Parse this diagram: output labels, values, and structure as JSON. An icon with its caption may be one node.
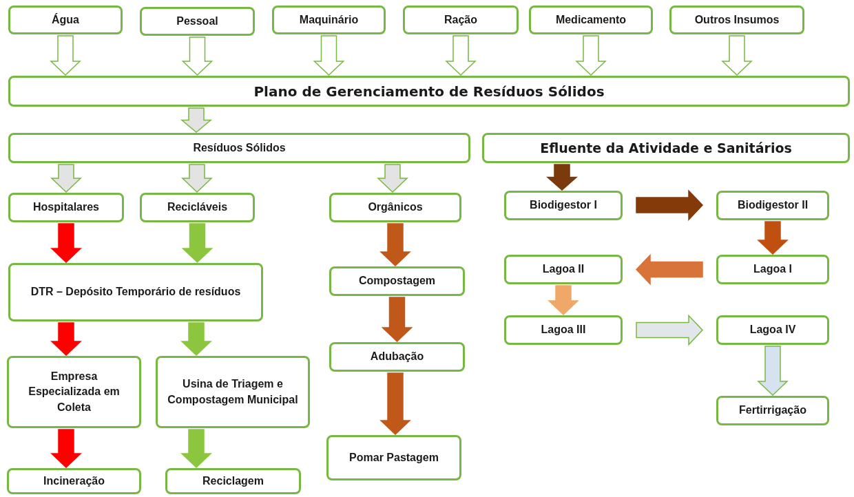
{
  "diagram": {
    "nodes": [
      {
        "text": [
          "Água"
        ]
      },
      {
        "text": [
          "Pessoal"
        ]
      },
      {
        "text": [
          "Maquinário"
        ]
      },
      {
        "text": [
          "Ração"
        ]
      },
      {
        "text": [
          "Medicamento"
        ]
      },
      {
        "text": [
          "Outros Insumos"
        ]
      },
      {
        "text": [
          "Plano de Gerenciamento de Resíduos Sólidos"
        ]
      },
      {
        "text": [
          "Resíduos Sólidos"
        ]
      },
      {
        "text": [
          "Efluente da Atividade e Sanitários"
        ]
      },
      {
        "text": [
          "Hospitalares"
        ]
      },
      {
        "text": [
          "Recicláveis"
        ]
      },
      {
        "text": [
          "Orgânicos"
        ]
      },
      {
        "text": [
          "DTR – Depósito Temporário de resíduos"
        ]
      },
      {
        "text": [
          "Compostagem"
        ]
      },
      {
        "text": [
          "Empresa Especializada em Coleta"
        ]
      },
      {
        "text": [
          "Usina de Triagem e Compostagem Municipal"
        ]
      },
      {
        "text": [
          "Adubação"
        ]
      },
      {
        "text": [
          "Incineração"
        ]
      },
      {
        "text": [
          "Reciclagem"
        ]
      },
      {
        "text": [
          "Pomar Pastagem"
        ]
      },
      {
        "text": [
          "Biodigestor I"
        ]
      },
      {
        "text": [
          "Biodigestor II"
        ]
      },
      {
        "text": [
          "Lagoa II"
        ]
      },
      {
        "text": [
          "Lagoa I"
        ]
      },
      {
        "text": [
          "Lagoa III"
        ]
      },
      {
        "text": [
          "Lagoa IV"
        ]
      },
      {
        "text": [
          "Fertirrigação"
        ]
      }
    ],
    "edges": [
      {
        "from": 0,
        "to": 6,
        "arrow": "to",
        "color": "#ffffff"
      },
      {
        "from": 1,
        "to": 6,
        "arrow": "to",
        "color": "#ffffff"
      },
      {
        "from": 2,
        "to": 6,
        "arrow": "to",
        "color": "#ffffff"
      },
      {
        "from": 3,
        "to": 6,
        "arrow": "to",
        "color": "#ffffff"
      },
      {
        "from": 4,
        "to": 6,
        "arrow": "to",
        "color": "#ffffff"
      },
      {
        "from": 5,
        "to": 6,
        "arrow": "to",
        "color": "#ffffff"
      },
      {
        "from": 6,
        "to": 7,
        "arrow": "to",
        "color": "#e3e3e3"
      },
      {
        "from": 7,
        "to": 9,
        "arrow": "to",
        "color": "#e3e3e3"
      },
      {
        "from": 7,
        "to": 10,
        "arrow": "to",
        "color": "#e3e3e3"
      },
      {
        "from": 7,
        "to": 11,
        "arrow": "to",
        "color": "#e3e3e3"
      },
      {
        "from": 9,
        "to": 12,
        "arrow": "to",
        "color": "#ff0000"
      },
      {
        "from": 10,
        "to": 12,
        "arrow": "to",
        "color": "#8cc63f"
      },
      {
        "from": 12,
        "to": 14,
        "arrow": "to",
        "color": "#ff0000"
      },
      {
        "from": 12,
        "to": 15,
        "arrow": "to",
        "color": "#8cc63f"
      },
      {
        "from": 14,
        "to": 17,
        "arrow": "to",
        "color": "#ff0000"
      },
      {
        "from": 15,
        "to": 18,
        "arrow": "to",
        "color": "#8cc63f"
      },
      {
        "from": 11,
        "to": 13,
        "arrow": "to",
        "color": "#c0581a"
      },
      {
        "from": 13,
        "to": 16,
        "arrow": "to",
        "color": "#c0581a"
      },
      {
        "from": 16,
        "to": 19,
        "arrow": "to",
        "color": "#c0581a"
      },
      {
        "from": 8,
        "to": 20,
        "arrow": "to",
        "color": "#7a3a0c"
      },
      {
        "from": 20,
        "to": 21,
        "arrow": "to",
        "color": "#853a0a"
      },
      {
        "from": 21,
        "to": 23,
        "arrow": "to",
        "color": "#c0500f"
      },
      {
        "from": 23,
        "to": 22,
        "arrow": "to",
        "color": "#d8733a"
      },
      {
        "from": 22,
        "to": 24,
        "arrow": "to",
        "color": "#f0a868"
      },
      {
        "from": 24,
        "to": 25,
        "arrow": "to",
        "color": "#e2e6ea"
      },
      {
        "from": 25,
        "to": 26,
        "arrow": "to",
        "color": "#d6e2f0"
      }
    ]
  }
}
